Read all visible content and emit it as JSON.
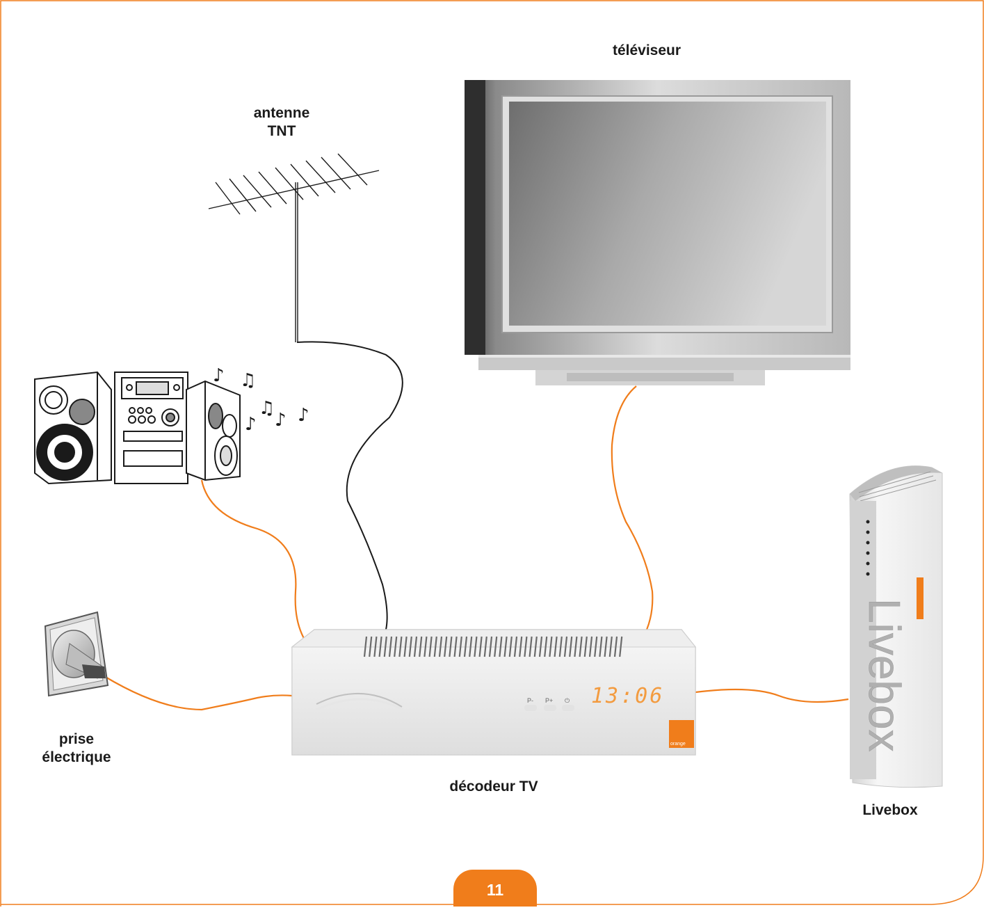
{
  "labels": {
    "tv": "téléviseur",
    "antenna_line1": "antenne",
    "antenna_line2": "TNT",
    "power_line1": "prise",
    "power_line2": "électrique",
    "decoder": "décodeur TV",
    "livebox": "Livebox"
  },
  "decoder_panel": {
    "clock": "13:06",
    "btn_prev": "P-",
    "btn_next": "P+",
    "btn_power": "⏻",
    "brand": "orange"
  },
  "livebox_panel": {
    "brand_text": "Livebox"
  },
  "page_number": "11",
  "colors": {
    "accent": "#f07d1b",
    "cable_orange": "#f07d1b",
    "cable_black": "#1a1a1a"
  }
}
